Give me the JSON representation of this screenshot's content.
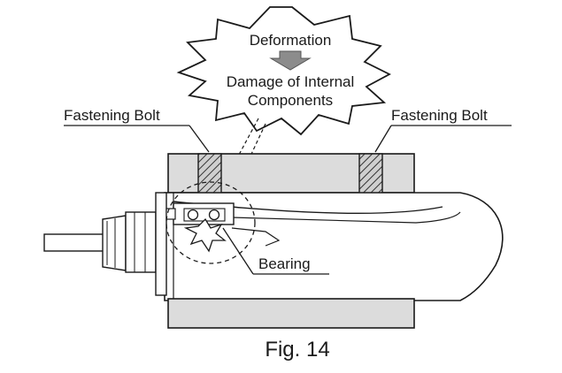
{
  "callout": {
    "line1": "Deformation",
    "line2": "Damage of Internal",
    "line3": "Components"
  },
  "labels": {
    "bolt_left": "Fastening Bolt",
    "bolt_right": "Fastening Bolt",
    "bearing": "Bearing"
  },
  "caption": "Fig. 14",
  "colors": {
    "ink": "#1a1a1a",
    "plate_fill": "#dcdcdc",
    "arrow_fill": "#8c8c8c"
  }
}
